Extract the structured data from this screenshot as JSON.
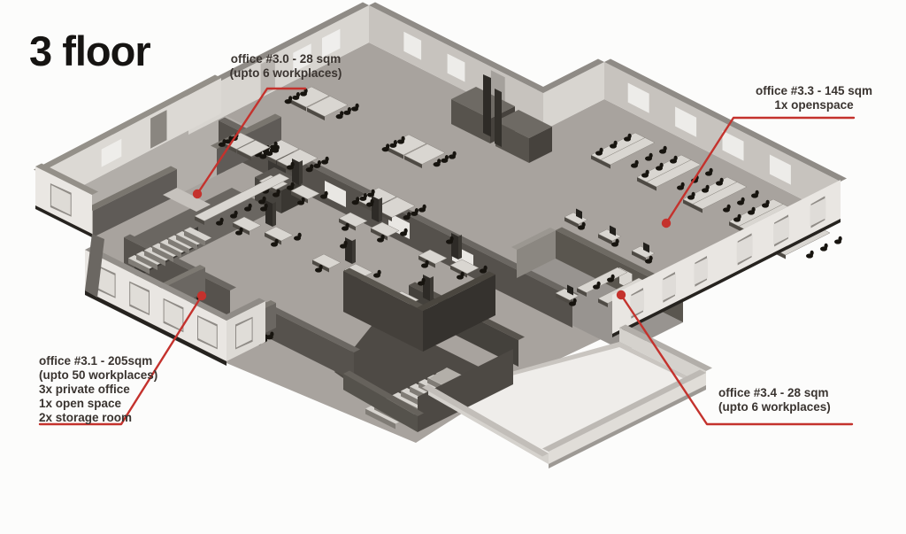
{
  "title": "3 floor",
  "accent_color": "#c4322d",
  "annotations": {
    "a30": {
      "id": "office-3-0",
      "lines": [
        "office #3.0 - 28 sqm",
        "(upto 6 workplaces)"
      ]
    },
    "a33": {
      "id": "office-3-3",
      "lines": [
        "office #3.3 - 145 sqm",
        "1x openspace"
      ]
    },
    "a31": {
      "id": "office-3-1",
      "lines": [
        "office #3.1 - 205sqm",
        "(upto 50 workplaces)",
        "3x private office",
        "1x open space",
        "2x storage room"
      ]
    },
    "a34": {
      "id": "office-3-4",
      "lines": [
        "office #3.4 - 28 sqm",
        "(upto 6 workplaces)"
      ]
    }
  }
}
